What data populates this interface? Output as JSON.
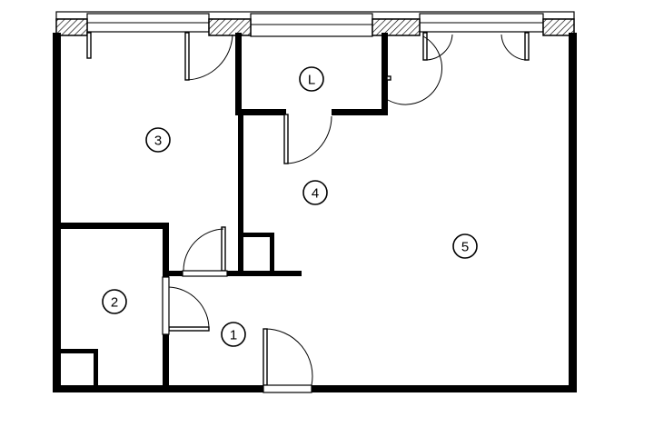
{
  "rooms": [
    {
      "id": "r1",
      "label": "1"
    },
    {
      "id": "r2",
      "label": "2"
    },
    {
      "id": "r3",
      "label": "3"
    },
    {
      "id": "r4",
      "label": "4"
    },
    {
      "id": "r5",
      "label": "5"
    },
    {
      "id": "rL",
      "label": "L"
    }
  ]
}
